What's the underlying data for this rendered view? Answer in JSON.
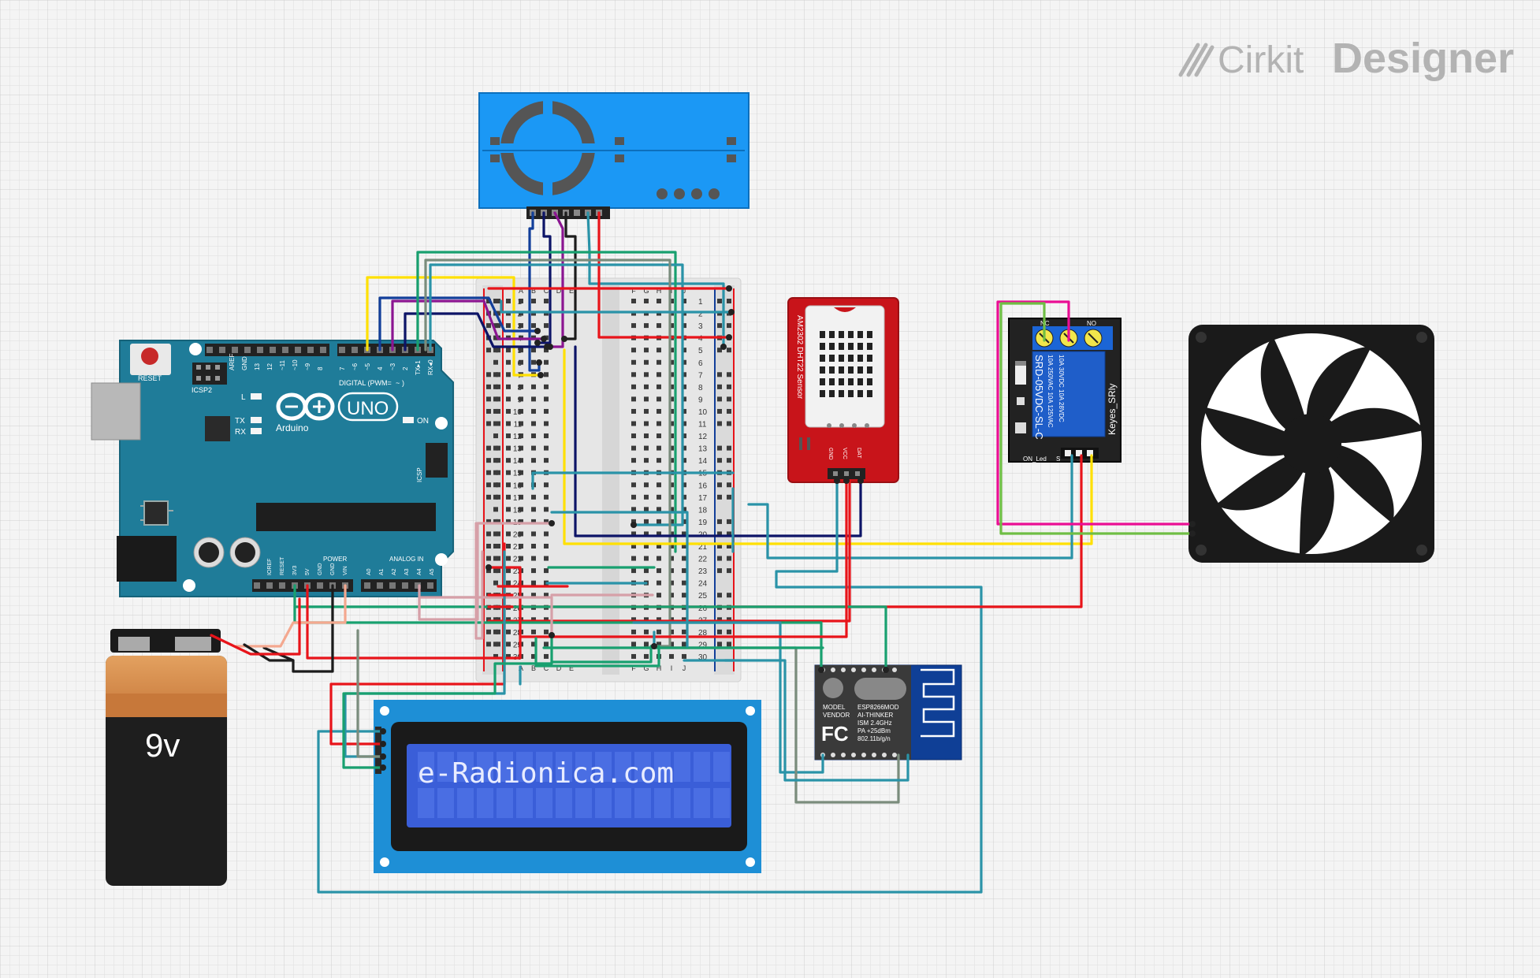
{
  "brand": {
    "prefix": "Cirkit",
    "suffix": "Designer"
  },
  "arduino": {
    "brand": "Arduino",
    "model": "UNO",
    "reset": "RESET",
    "icsp2": "ICSP2",
    "icsp": "ICSP",
    "on": "ON",
    "l": "L",
    "tx": "TX",
    "rx": "RX",
    "digital": "DIGITAL (PWM=",
    "tilde": "~",
    "close": ")",
    "power": "POWER",
    "analog": "ANALOG IN",
    "aref": "AREF",
    "gnd_top": "GND",
    "d13": "13",
    "d12": "12",
    "d11": "~11",
    "d10": "~10",
    "d9": "~9",
    "d8": "8",
    "d7": "7",
    "d6": "~6",
    "d5": "~5",
    "d4": "4",
    "d3": "~3",
    "d2": "2",
    "d1": "TX▸1",
    "d0": "RX◂0",
    "ioref": "IOREF",
    "rst": "RESET",
    "v33": "3V3",
    "v5": "5V",
    "gnd1": "GND",
    "gnd2": "GND",
    "vin": "VIN",
    "a0": "A0",
    "a1": "A1",
    "a2": "A2",
    "a3": "A3",
    "a4": "A4",
    "a5": "A5"
  },
  "battery": {
    "label": "9v"
  },
  "lcd": {
    "text": "e-Radionica.com"
  },
  "dht": {
    "title": "AM2302 DHT22 Sensor",
    "gnd": "GND",
    "vcc": "VCC",
    "dat": "DAT"
  },
  "relay": {
    "nc": "NC",
    "no": "NO",
    "spec1": "10A 250VAC  10A 125VAC",
    "spec2": "10A 30VDC  10A 28VDC",
    "model": "SRD-05VDC-SL-C",
    "brand": "Keyes_SRly",
    "onled": "ON_Led",
    "s": "S"
  },
  "esp": {
    "model": "MODEL",
    "vendor": "VENDOR",
    "name": "ESP8266MOD",
    "maker": "AI-THINKER",
    "ism": "ISM 2.4GHz",
    "pa": "PA  +25dBm",
    "std": "802.11b/g/n",
    "fc": "FC"
  },
  "breadboard": {
    "cols_left": [
      "A",
      "B",
      "C",
      "D",
      "E"
    ],
    "cols_right": [
      "F",
      "G",
      "H",
      "I",
      "J"
    ],
    "rows": [
      "1",
      "2",
      "3",
      "4",
      "5",
      "6",
      "7",
      "8",
      "9",
      "10",
      "11",
      "12",
      "13",
      "14",
      "15",
      "16",
      "17",
      "18",
      "19",
      "20",
      "21",
      "22",
      "23",
      "24",
      "25",
      "26",
      "27",
      "28",
      "29",
      "30"
    ]
  },
  "colors": {
    "red": "#e8141a",
    "black": "#1c1c1c",
    "yellow": "#ffe000",
    "navy": "#0d1467",
    "blue": "#123f9a",
    "purple": "#8b1591",
    "teal": "#2a93a8",
    "green": "#18a06f",
    "pink": "#d6a0a8",
    "gray": "#7a8c7c",
    "magenta": "#ea0e94",
    "lime": "#6fbe44",
    "salmon": "#f4a88f",
    "arduino": "#1f7c99",
    "sensor": "#1b98f5"
  }
}
